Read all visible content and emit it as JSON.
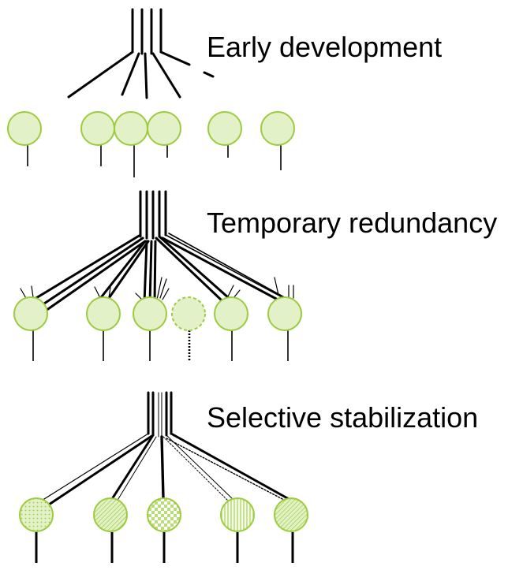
{
  "colors": {
    "cell_fill": "#e3f1c8",
    "cell_stroke": "#9ccc3c",
    "line": "#000000",
    "background": "#ffffff"
  },
  "stages": [
    {
      "label": "Early development",
      "cell_fills": [
        "solid",
        "solid",
        "solid",
        "solid",
        "solid",
        "solid"
      ]
    },
    {
      "label": "Temporary redundancy",
      "cell_fills": [
        "solid",
        "solid",
        "solid",
        "dashed-outline",
        "solid",
        "solid"
      ]
    },
    {
      "label": "Selective stabilization",
      "cell_fills": [
        "dots",
        "diagonal-hatch",
        "checker",
        "vertical-hatch",
        "diagonal-hatch"
      ]
    }
  ]
}
